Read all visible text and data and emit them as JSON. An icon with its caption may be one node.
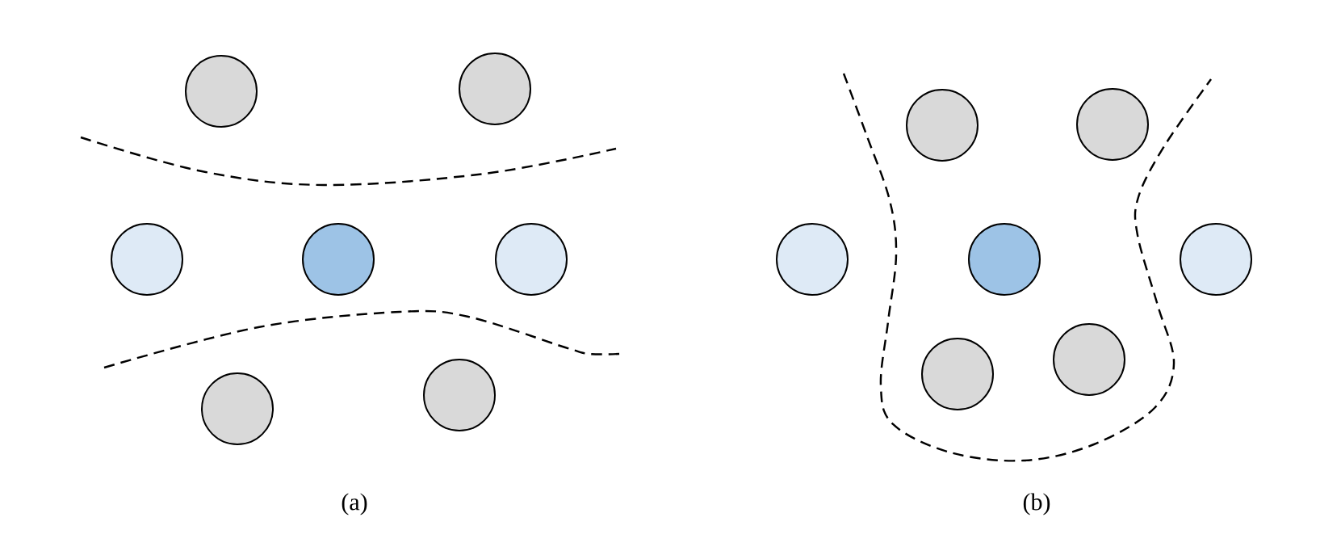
{
  "diagram": {
    "nodes": [
      {
        "text": [],
        "shape": "circle"
      },
      {
        "text": [],
        "shape": "circle"
      },
      {
        "text": [],
        "shape": "circle"
      },
      {
        "text": [],
        "shape": "circle"
      },
      {
        "text": [],
        "shape": "circle"
      },
      {
        "text": [],
        "shape": "circle"
      },
      {
        "text": [],
        "shape": "circle"
      },
      {
        "text": [],
        "shape": "circle"
      },
      {
        "text": [],
        "shape": "circle"
      },
      {
        "text": [],
        "shape": "circle"
      },
      {
        "text": [],
        "shape": "circle"
      },
      {
        "text": [],
        "shape": "circle"
      },
      {
        "text": [],
        "shape": "circle"
      },
      {
        "text": [],
        "shape": "circle"
      }
    ],
    "labels": [
      "(a)",
      "(b)"
    ]
  }
}
